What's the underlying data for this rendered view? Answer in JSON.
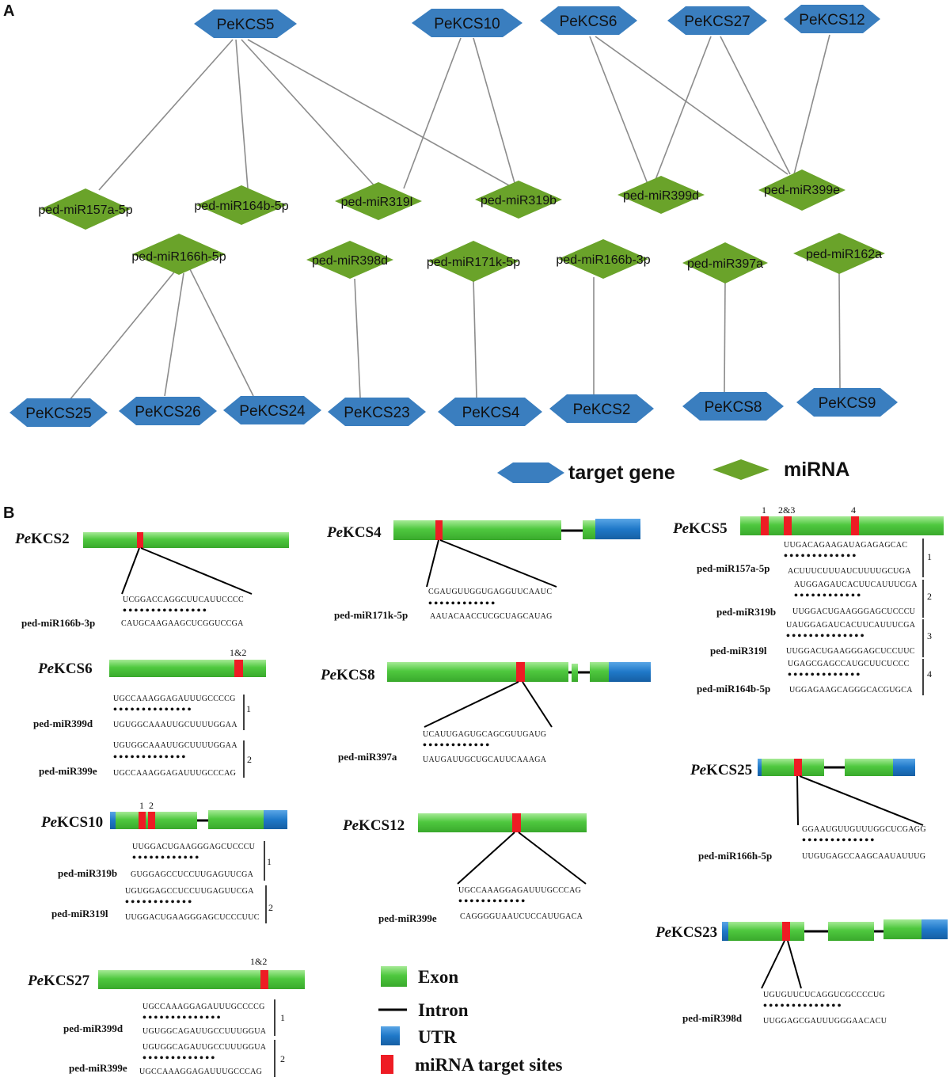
{
  "panel_a": {
    "label": "A",
    "genes_top": [
      "PeKCS5",
      "PeKCS10",
      "PeKCS6",
      "PeKCS27",
      "PeKCS12"
    ],
    "mirnas_mid": [
      "ped-miR157a-5p",
      "ped-miR164b-5p",
      "ped-miR319l",
      "ped-miR319b",
      "ped-miR399d",
      "ped-miR399e"
    ],
    "mirnas_low": [
      "ped-miR166h-5p",
      "ped-miR398d",
      "ped-miR171k-5p",
      "ped-miR166b-3p",
      "ped-miR397a",
      "ped-miR162a"
    ],
    "genes_bottom": [
      "PeKCS25",
      "PeKCS26",
      "PeKCS24",
      "PeKCS23",
      "PeKCS4",
      "PeKCS2",
      "PeKCS8",
      "PeKCS9"
    ],
    "edges": [
      [
        "PeKCS5",
        "ped-miR157a-5p"
      ],
      [
        "PeKCS5",
        "ped-miR164b-5p"
      ],
      [
        "PeKCS5",
        "ped-miR319l"
      ],
      [
        "PeKCS5",
        "ped-miR319b"
      ],
      [
        "PeKCS10",
        "ped-miR319l"
      ],
      [
        "PeKCS10",
        "ped-miR319b"
      ],
      [
        "PeKCS6",
        "ped-miR399d"
      ],
      [
        "PeKCS6",
        "ped-miR399e"
      ],
      [
        "PeKCS27",
        "ped-miR399d"
      ],
      [
        "PeKCS27",
        "ped-miR399e"
      ],
      [
        "PeKCS12",
        "ped-miR399e"
      ],
      [
        "ped-miR166h-5p",
        "PeKCS25"
      ],
      [
        "ped-miR166h-5p",
        "PeKCS26"
      ],
      [
        "ped-miR166h-5p",
        "PeKCS24"
      ],
      [
        "ped-miR398d",
        "PeKCS23"
      ],
      [
        "ped-miR171k-5p",
        "PeKCS4"
      ],
      [
        "ped-miR166b-3p",
        "PeKCS2"
      ],
      [
        "ped-miR397a",
        "PeKCS8"
      ],
      [
        "ped-miR162a",
        "PeKCS9"
      ]
    ],
    "legend": {
      "gene": "target gene",
      "mirna": "miRNA"
    },
    "colors": {
      "gene": "#3a7ebf",
      "mirna": "#6aa32a",
      "edge": "#8c8c8c"
    }
  },
  "panel_b": {
    "label": "B",
    "genes": {
      "kcs2": {
        "prefix": "Pe",
        "name": "KCS2",
        "pairs": [
          {
            "target": "UCGGACCAGGCUUCAUUCCCC",
            "dots": "• • • • • • • • • • • • • • •",
            "mirna_seq": "CAUGCAAGAAGCUCGGUCCGA",
            "mirna": "ped-miR166b-3p"
          }
        ]
      },
      "kcs4": {
        "prefix": "Pe",
        "name": "KCS4",
        "pairs": [
          {
            "target": "CGAUGUUGGUGAGGUUCAAUC",
            "dots": "• • • • • • • • • • • •",
            "mirna_seq": "AAUACAACCUCGCUAGCAUAG",
            "mirna": "ped-miR171k-5p"
          }
        ]
      },
      "kcs5": {
        "prefix": "Pe",
        "name": "KCS5",
        "site_labels": [
          "1",
          "2&3",
          "4"
        ],
        "pairs": [
          {
            "num": "1",
            "target": "UUGACAGAAGAUAGAGAGCAC",
            "dots": "• • • • • • • • • • • • •",
            "mirna_seq": "ACUUUCUUUAUCUUUUGCUGA",
            "mirna": "ped-miR157a-5p"
          },
          {
            "num": "2",
            "target": "AUGGAGAUCACUUCAUUUCGA",
            "dots": "• • • • • • • • • • • •",
            "mirna_seq": "UUGGACUGAAGGGAGCUCCCU",
            "mirna": "ped-miR319b"
          },
          {
            "num": "3",
            "target": "UAUGGAGAUCACUUCAUUUCGA",
            "dots": "• • • • • • • • • • • • • •",
            "mirna_seq": "UUGGACUGAAGGGAGCUCCUUC",
            "mirna": "ped-miR319l"
          },
          {
            "num": "4",
            "target": "UGAGCGAGCCAUGCUUCUCCC",
            "dots": "• • • • • • • • • • • • •",
            "mirna_seq": "UGGAGAAGCAGGGCACGUGCA",
            "mirna": "ped-miR164b-5p"
          }
        ]
      },
      "kcs6": {
        "prefix": "Pe",
        "name": "KCS6",
        "site_labels": [
          "1&2"
        ],
        "pairs": [
          {
            "num": "1",
            "target": "UGCCAAAGGAGAUUUGCCCCG",
            "dots": "• • • • • • • • • • • • • •",
            "mirna_seq": "UGUGGCAAAUUGCUUUUGGAA",
            "mirna": "ped-miR399d"
          },
          {
            "num": "2",
            "target": "UGUGGCAAAUUGCUUUUGGAA",
            "dots": "• • • • • • • • • • • • •",
            "mirna_seq": "UGCCAAAGGAGAUUUGCCCAG",
            "mirna": "ped-miR399e"
          }
        ]
      },
      "kcs8": {
        "prefix": "Pe",
        "name": "KCS8",
        "pairs": [
          {
            "target": "UCAUUGAGUGCAGCGUUGAUG",
            "dots": "• • • • • • • • • • • •",
            "mirna_seq": "UAUGAUUGCUGCAUUCAAAGA",
            "mirna": "ped-miR397a"
          }
        ]
      },
      "kcs10": {
        "prefix": "Pe",
        "name": "KCS10",
        "site_labels": [
          "1",
          "2"
        ],
        "pairs": [
          {
            "num": "1",
            "target": "UUGGACUGAAGGGAGCUCCCU",
            "dots": "• • • • • • • • • • • •",
            "mirna_seq": "GUGGAGCCUCCUUGAGUUCGA",
            "mirna": "ped-miR319b"
          },
          {
            "num": "2",
            "target": "UGUGGAGCCUCCUUGAGUUCGA",
            "dots": "• • • • • • • • • • • •",
            "mirna_seq": "UUGGACUGAAGGGAGCUCCCUUC",
            "mirna": "ped-miR319l"
          }
        ]
      },
      "kcs12": {
        "prefix": "Pe",
        "name": "KCS12",
        "pairs": [
          {
            "target": "UGCCAAAGGAGAUUUGCCCAG",
            "dots": "• • • • • • • • • • • •",
            "mirna_seq": "CAGGGGUAAUCUCCAUUGACA",
            "mirna": "ped-miR399e"
          }
        ]
      },
      "kcs25": {
        "prefix": "Pe",
        "name": "KCS25",
        "pairs": [
          {
            "target": "GGAAUGUUGUUUGGCUCGAGG",
            "dots": "• • • • • • • • • • • • •",
            "mirna_seq": "UUGUGAGCCAAGCAAUAUUUG",
            "mirna": "ped-miR166h-5p"
          }
        ]
      },
      "kcs27": {
        "prefix": "Pe",
        "name": "KCS27",
        "site_labels": [
          "1&2"
        ],
        "pairs": [
          {
            "num": "1",
            "target": "UGCCAAAGGAGAUUUGCCCCG",
            "dots": "• • • • • • • • • • • • • •",
            "mirna_seq": "UGUGGCAGAUUGCCUUUGGUA",
            "mirna": "ped-miR399d"
          },
          {
            "num": "2",
            "target": "UGUGGCAGAUUGCCUUUGGUA",
            "dots": "• • • • • • • • • • • • •",
            "mirna_seq": "UGCCAAAGGAGAUUUGCCCAG",
            "mirna": "ped-miR399e"
          }
        ]
      },
      "kcs23": {
        "prefix": "Pe",
        "name": "KCS23",
        "pairs": [
          {
            "target": "UGUGUUCUCAGGUCGCCCCUG",
            "dots": "• • • • • • • • • • • • • •",
            "mirna_seq": "UUGGAGCGAUUUGGGAACACU",
            "mirna": "ped-miR398d"
          }
        ]
      }
    },
    "legend": {
      "exon": "Exon",
      "intron": "Intron",
      "utr": "UTR",
      "site": "miRNA target sites"
    },
    "colors": {
      "exon": "#4cc73c",
      "exon_light": "#9fe48f",
      "utr": "#1f78c8",
      "site": "#ee1c24",
      "intron": "#000000"
    }
  }
}
